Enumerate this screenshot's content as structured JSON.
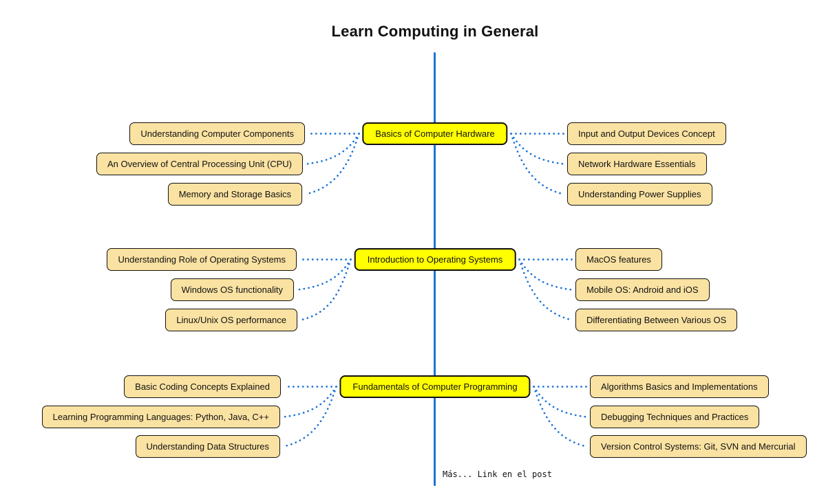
{
  "title": "Learn Computing in General",
  "footer_note": "Más... Link en el post",
  "colors": {
    "connector": "#1b74d6",
    "trunk_line": "#1b74d6",
    "center_fill": "#ffff00",
    "child_fill": "#fae2a2",
    "border": "#111111"
  },
  "mindmap": {
    "branches": [
      {
        "label": "Basics of Computer Hardware",
        "left": [
          "Understanding Computer Components",
          "An Overview of Central Processing Unit (CPU)",
          "Memory and Storage Basics"
        ],
        "right": [
          "Input and Output Devices Concept",
          "Network Hardware Essentials",
          "Understanding Power Supplies"
        ]
      },
      {
        "label": "Introduction to Operating Systems",
        "left": [
          "Understanding Role of Operating Systems",
          "Windows OS functionality",
          "Linux/Unix OS performance"
        ],
        "right": [
          "MacOS features",
          "Mobile OS: Android and iOS",
          "Differentiating Between Various OS"
        ]
      },
      {
        "label": "Fundamentals of Computer Programming",
        "left": [
          "Basic Coding Concepts Explained",
          "Learning Programming Languages: Python, Java, C++",
          "Understanding Data Structures"
        ],
        "right": [
          "Algorithms Basics and Implementations",
          "Debugging Techniques and Practices",
          "Version Control Systems: Git, SVN and Mercurial"
        ]
      }
    ]
  }
}
